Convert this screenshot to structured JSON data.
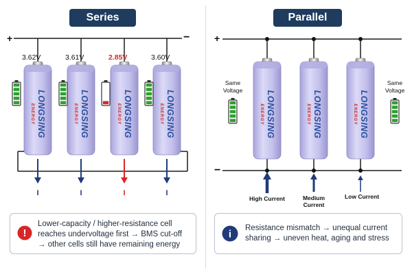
{
  "series": {
    "title": "Series",
    "plus": "+",
    "minus": "−",
    "cells": [
      {
        "voltage": "3.62V",
        "battery_level": 1.0
      },
      {
        "voltage": "3.61V",
        "battery_level": 1.0
      },
      {
        "voltage": "2.85V",
        "battery_level": 0.15
      },
      {
        "voltage": "3.60V",
        "battery_level": 1.0
      }
    ],
    "current_labels": [
      "I",
      "I",
      "I",
      "I"
    ],
    "note": {
      "icon": "warning-icon",
      "lines": [
        "Lower-capacity / higher-resistance cell",
        "reaches undervoltage first → BMS cut-off",
        "→ other cells still have remaining energy"
      ]
    }
  },
  "parallel": {
    "title": "Parallel",
    "plus": "+",
    "minus": "−",
    "left_label": [
      "Same",
      "Voltage"
    ],
    "right_label": [
      "Same",
      "Voltage"
    ],
    "current_labels": [
      {
        "lines": [
          "High Current"
        ]
      },
      {
        "lines": [
          "Medium",
          "Current"
        ]
      },
      {
        "lines": [
          "Low Current"
        ]
      }
    ],
    "note": {
      "icon": "info-icon",
      "lines": [
        "Resistance mismatch → unequal current",
        "sharing → uneven heat, aging and stress"
      ]
    }
  },
  "cell_brand": {
    "name": "LONGSING",
    "sub": "ENERGY"
  },
  "colors": {
    "title_bg": "#1f3b5e",
    "wire": "#1a1a1a",
    "arrow": "#1f3b7a",
    "low_voltage": "#d62728",
    "battery_good": "#2ca02c",
    "battery_low": "#d62728",
    "cell_body": "#c9c6ee",
    "brand": "#2a4f9e",
    "brand_sub": "#c62828"
  }
}
